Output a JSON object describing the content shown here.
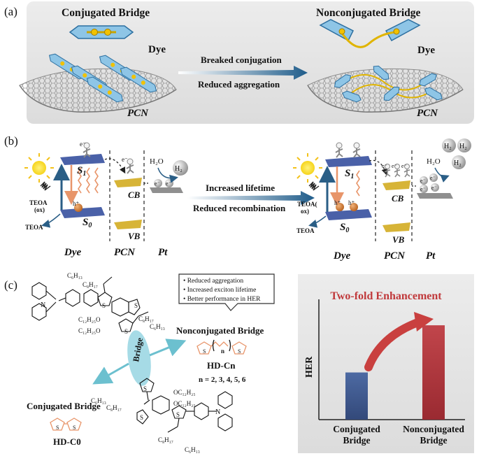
{
  "panel_a": {
    "tag": "(a)",
    "left_title": "Conjugated Bridge",
    "right_title": "Nonconjugated Bridge",
    "dye_left": "Dye",
    "dye_right": "Dye",
    "pcn_left": "PCN",
    "pcn_right": "PCN",
    "arrow_top": "Breaked conjugation",
    "arrow_bottom": "Reduced aggregation"
  },
  "panel_b": {
    "tag": "(b)",
    "arrow_top": "Increased lifetime",
    "arrow_bottom": "Reduced recombination",
    "left": {
      "s1": "S",
      "s1_sub": "1",
      "s0": "S",
      "s0_sub": "0",
      "cb": "CB",
      "vb": "VB",
      "teoa_ox": "TEOA",
      "teoa_ox2": "(ox)",
      "teoa": "TEOA",
      "h2o": "H₂O",
      "h2": "H₂",
      "dye": "Dye",
      "pcn": "PCN",
      "pt": "Pt"
    },
    "right": {
      "s1": "S",
      "s1_sub": "1",
      "s0": "S",
      "s0_sub": "0",
      "cb": "CB",
      "vb": "VB",
      "teoa_ox": "TEOA(",
      "teoa_ox2": "ox)",
      "teoa": "TEOA",
      "h2o": "H₂O",
      "h2_list": [
        "H₂",
        "H₂",
        "H₂"
      ],
      "dye": "Dye",
      "pcn": "PCN",
      "pt": "Pt"
    },
    "electron": "e⁻",
    "hole": "h⁺"
  },
  "panel_c": {
    "tag": "(c)",
    "bullets": [
      "Reduced aggregation",
      "Increased exciton lifetime",
      "Better performance in HER"
    ],
    "nonconj_label": "Nonconjugated Bridge",
    "conj_label": "Conjugated Bridge",
    "bridge_word": "Bridge",
    "hdcn": "HD-Cn",
    "n_values": "n = 2, 3, 4, 5, 6",
    "hdc0": "HD-C0",
    "n_letter": "n",
    "chem_labels": {
      "c6h13_a": "C₆H₁₃",
      "c8h17_a": "C₈H₁₇",
      "c12h25o_a": "C₁₂H₂₅O",
      "oc12h25_a": "C₁₂H₂₅O",
      "c8h17_b": "C₈H₁₇",
      "c6h13_b": "C₆H₁₃",
      "oc12h25_c": "OC₁₂H₂₅",
      "oc12h25_d": "OC₁₂H₂₅",
      "c6h13_c": "C₆H₁₃",
      "c8h17_c": "C₈H₁₇",
      "c8h17_d": "C₈H₁₇",
      "c6h13_d": "C₆H₁₃",
      "n_s_n": "N",
      "s": "S"
    }
  },
  "chart_data": {
    "type": "bar",
    "title": "Two-fold Enhancement",
    "ylabel": "HER",
    "xlabel": "",
    "categories": [
      "Conjugated Bridge",
      "Nonconjugated Bridge"
    ],
    "category_lines": [
      [
        "Conjugated",
        "Bridge"
      ],
      [
        "Nonconjugated",
        "Bridge"
      ]
    ],
    "values": [
      1,
      2
    ],
    "ylim": [
      0,
      2.55
    ],
    "colors": [
      "#3f5a8c",
      "#b2343b"
    ],
    "title_color": "#c0393b"
  }
}
